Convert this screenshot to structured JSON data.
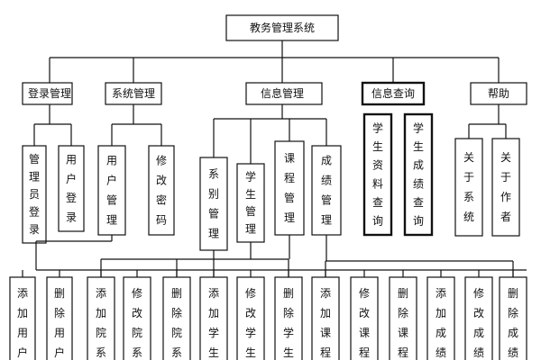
{
  "root": {
    "label": "教务管理系统"
  },
  "modules": [
    {
      "label": "登录管理",
      "children": [
        {
          "label": "管理员登录"
        },
        {
          "label": "用户登录"
        }
      ]
    },
    {
      "label": "系统管理",
      "children": [
        {
          "label": "用户管理"
        },
        {
          "label": "修改密码"
        }
      ]
    },
    {
      "label": "信息管理",
      "children": [
        {
          "label": "系别管理"
        },
        {
          "label": "学生管理"
        },
        {
          "label": "课程管理"
        },
        {
          "label": "成绩管理"
        }
      ]
    },
    {
      "label": "信息查询",
      "children": [
        {
          "label": "学生资料查询"
        },
        {
          "label": "学生成绩查询"
        }
      ]
    },
    {
      "label": "帮助",
      "children": [
        {
          "label": "关于系统"
        },
        {
          "label": "关于作者"
        }
      ]
    }
  ],
  "bottom_groups": [
    {
      "parent": "用户管理",
      "items": [
        {
          "label": "添加用户"
        },
        {
          "label": "删除用户"
        }
      ]
    },
    {
      "parent": "系别管理",
      "items": [
        {
          "label": "添加院系"
        },
        {
          "label": "修改院系"
        },
        {
          "label": "删除院系"
        }
      ]
    },
    {
      "parent": "学生管理",
      "items": [
        {
          "label": "添加学生"
        },
        {
          "label": "修改学生"
        },
        {
          "label": "删除学生"
        }
      ]
    },
    {
      "parent": "课程管理",
      "items": [
        {
          "label": "添加课程"
        },
        {
          "label": "修改课程"
        },
        {
          "label": "删除课程"
        }
      ]
    },
    {
      "parent": "成绩管理",
      "items": [
        {
          "label": "添加成绩"
        },
        {
          "label": "修改成绩"
        },
        {
          "label": "删除成绩"
        }
      ]
    }
  ],
  "colors": {
    "stroke": "#111111",
    "background": "#ffffff"
  }
}
